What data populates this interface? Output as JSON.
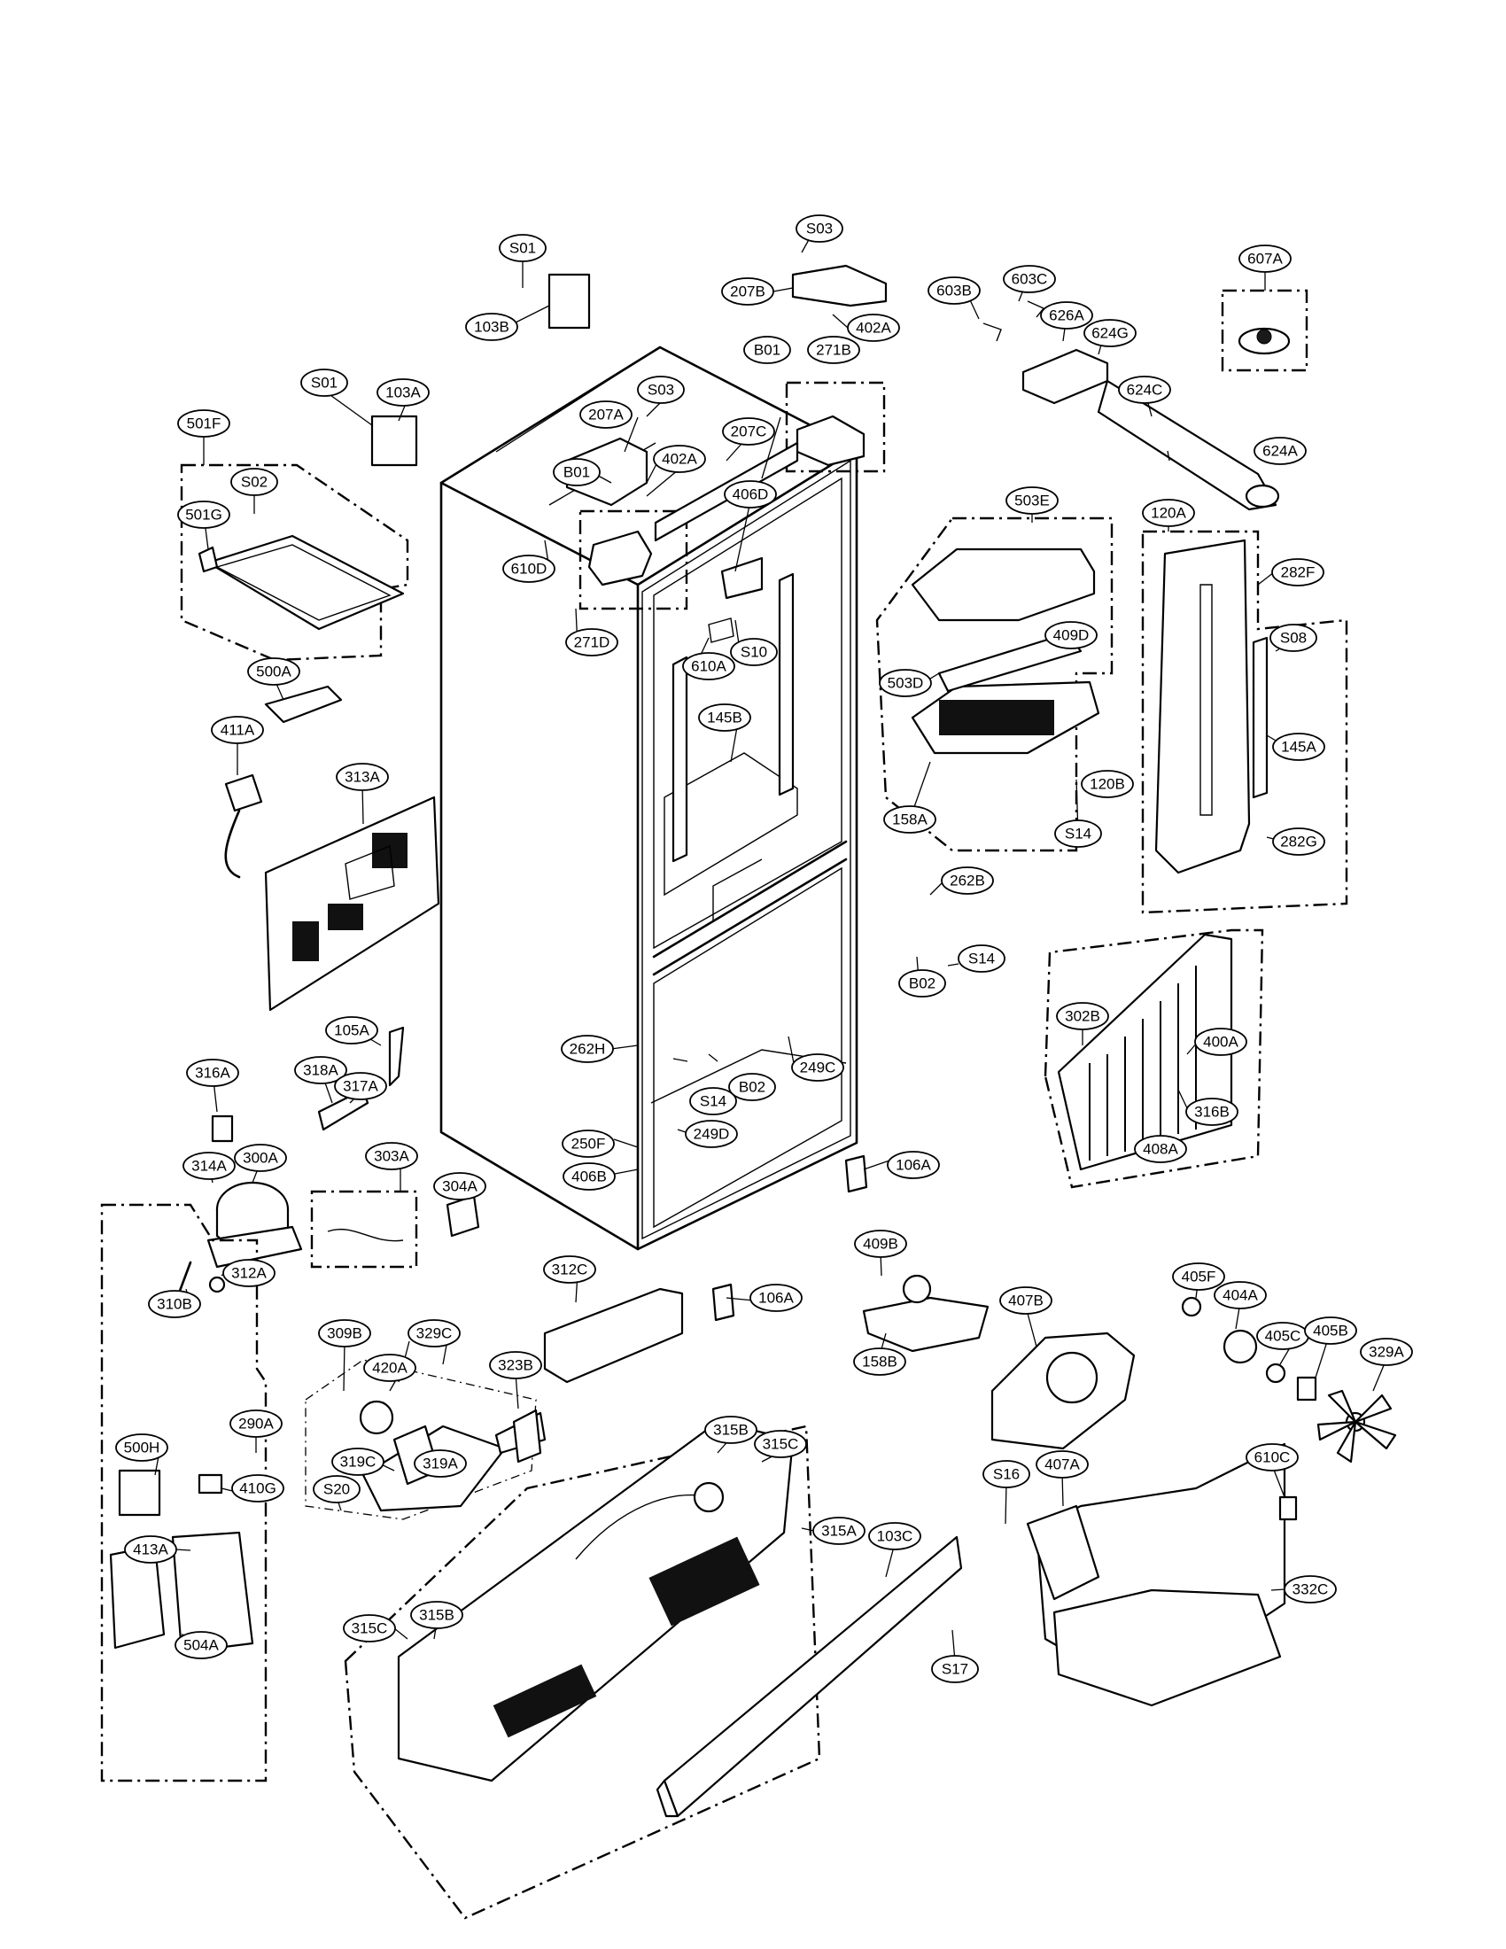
{
  "callouts": [
    {
      "id": "S01",
      "label": "S01"
    },
    {
      "id": "S03",
      "label": "S03"
    },
    {
      "id": "S01b",
      "label": "S01"
    },
    {
      "id": "103A",
      "label": "103A"
    },
    {
      "id": "103B",
      "label": "103B"
    },
    {
      "id": "207B",
      "label": "207B"
    },
    {
      "id": "402A",
      "label": "402A"
    },
    {
      "id": "S03b",
      "label": "S03"
    },
    {
      "id": "B01",
      "label": "B01"
    },
    {
      "id": "271B",
      "label": "271B"
    },
    {
      "id": "207A",
      "label": "207A"
    },
    {
      "id": "B01b",
      "label": "B01"
    },
    {
      "id": "402Ab",
      "label": "402A"
    },
    {
      "id": "207C",
      "label": "207C"
    },
    {
      "id": "406D",
      "label": "406D"
    },
    {
      "id": "603B",
      "label": "603B"
    },
    {
      "id": "603C",
      "label": "603C"
    },
    {
      "id": "626A",
      "label": "626A"
    },
    {
      "id": "624G",
      "label": "624G"
    },
    {
      "id": "624C",
      "label": "624C"
    },
    {
      "id": "624A",
      "label": "624A"
    },
    {
      "id": "607A",
      "label": "607A"
    },
    {
      "id": "501F",
      "label": "501F"
    },
    {
      "id": "S02",
      "label": "S02"
    },
    {
      "id": "501G",
      "label": "501G"
    },
    {
      "id": "610D",
      "label": "610D"
    },
    {
      "id": "271D",
      "label": "271D"
    },
    {
      "id": "610A",
      "label": "610A"
    },
    {
      "id": "S10",
      "label": "S10"
    },
    {
      "id": "145B",
      "label": "145B"
    },
    {
      "id": "503E",
      "label": "503E"
    },
    {
      "id": "503D",
      "label": "503D"
    },
    {
      "id": "409D",
      "label": "409D"
    },
    {
      "id": "158A",
      "label": "158A"
    },
    {
      "id": "S14",
      "label": "S14"
    },
    {
      "id": "120A",
      "label": "120A"
    },
    {
      "id": "282F",
      "label": "282F"
    },
    {
      "id": "S08",
      "label": "S08"
    },
    {
      "id": "145A",
      "label": "145A"
    },
    {
      "id": "120B",
      "label": "120B"
    },
    {
      "id": "282G",
      "label": "282G"
    },
    {
      "id": "500A",
      "label": "500A"
    },
    {
      "id": "411A",
      "label": "411A"
    },
    {
      "id": "313A",
      "label": "313A"
    },
    {
      "id": "262B",
      "label": "262B"
    },
    {
      "id": "S14b",
      "label": "S14"
    },
    {
      "id": "B02",
      "label": "B02"
    },
    {
      "id": "302B",
      "label": "302B"
    },
    {
      "id": "400A",
      "label": "400A"
    },
    {
      "id": "316B",
      "label": "316B"
    },
    {
      "id": "408A",
      "label": "408A"
    },
    {
      "id": "105A",
      "label": "105A"
    },
    {
      "id": "262H",
      "label": "262H"
    },
    {
      "id": "249C",
      "label": "249C"
    },
    {
      "id": "S14c",
      "label": "S14"
    },
    {
      "id": "B02b",
      "label": "B02"
    },
    {
      "id": "316A",
      "label": "316A"
    },
    {
      "id": "318A",
      "label": "318A"
    },
    {
      "id": "317A",
      "label": "317A"
    },
    {
      "id": "250F",
      "label": "250F"
    },
    {
      "id": "249D",
      "label": "249D"
    },
    {
      "id": "406B",
      "label": "406B"
    },
    {
      "id": "106A",
      "label": "106A"
    },
    {
      "id": "314A",
      "label": "314A"
    },
    {
      "id": "300A",
      "label": "300A"
    },
    {
      "id": "303A",
      "label": "303A"
    },
    {
      "id": "304A",
      "label": "304A"
    },
    {
      "id": "310B",
      "label": "310B"
    },
    {
      "id": "312A",
      "label": "312A"
    },
    {
      "id": "312C",
      "label": "312C"
    },
    {
      "id": "106Ab",
      "label": "106A"
    },
    {
      "id": "409B",
      "label": "409B"
    },
    {
      "id": "158B",
      "label": "158B"
    },
    {
      "id": "407B",
      "label": "407B"
    },
    {
      "id": "405F",
      "label": "405F"
    },
    {
      "id": "404A",
      "label": "404A"
    },
    {
      "id": "405C",
      "label": "405C"
    },
    {
      "id": "405B",
      "label": "405B"
    },
    {
      "id": "329A",
      "label": "329A"
    },
    {
      "id": "309B",
      "label": "309B"
    },
    {
      "id": "329C",
      "label": "329C"
    },
    {
      "id": "420A",
      "label": "420A"
    },
    {
      "id": "323B",
      "label": "323B"
    },
    {
      "id": "290A",
      "label": "290A"
    },
    {
      "id": "500H",
      "label": "500H"
    },
    {
      "id": "410G",
      "label": "410G"
    },
    {
      "id": "319A",
      "label": "319A"
    },
    {
      "id": "319C",
      "label": "319C"
    },
    {
      "id": "S20",
      "label": "S20"
    },
    {
      "id": "315B",
      "label": "315B"
    },
    {
      "id": "315C",
      "label": "315C"
    },
    {
      "id": "315A",
      "label": "315A"
    },
    {
      "id": "413A",
      "label": "413A"
    },
    {
      "id": "504A",
      "label": "504A"
    },
    {
      "id": "315Cb",
      "label": "315C"
    },
    {
      "id": "315Bb",
      "label": "315B"
    },
    {
      "id": "103C",
      "label": "103C"
    },
    {
      "id": "S17",
      "label": "S17"
    },
    {
      "id": "S16",
      "label": "S16"
    },
    {
      "id": "407A",
      "label": "407A"
    },
    {
      "id": "610C",
      "label": "610C"
    },
    {
      "id": "332C",
      "label": "332C"
    }
  ]
}
